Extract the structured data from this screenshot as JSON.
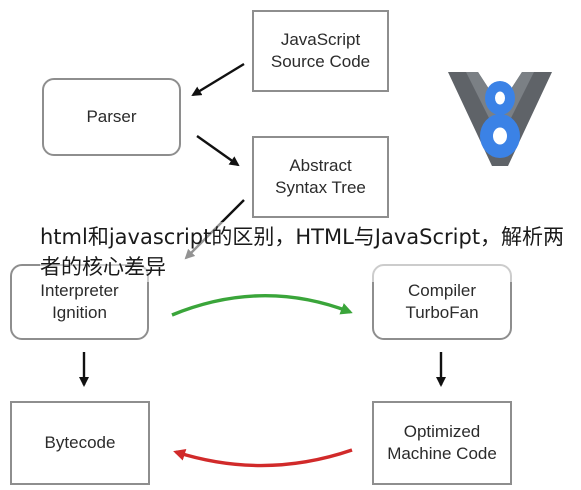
{
  "diagram": {
    "nodes": {
      "source": {
        "lines": [
          "JavaScript",
          "Source Code"
        ]
      },
      "parser": {
        "lines": [
          "Parser"
        ]
      },
      "ast": {
        "lines": [
          "Abstract",
          "Syntax Tree"
        ]
      },
      "interp": {
        "lines": [
          "Interpreter",
          "Ignition"
        ]
      },
      "compiler": {
        "lines": [
          "Compiler",
          "TurboFan"
        ]
      },
      "bytecode": {
        "lines": [
          "Bytecode"
        ]
      },
      "machine": {
        "lines": [
          "Optimized",
          "Machine Code"
        ]
      }
    },
    "colors": {
      "arrow": "#111111",
      "hot_arrow": "#3aa53a",
      "deopt_arrow": "#d12a2a",
      "logo_shield": "#5f6368",
      "logo_eight": "#3b82e6"
    }
  },
  "logo": {
    "icon": "v8-logo-icon"
  },
  "caption": "html和javascript的区别，HTML与JavaScript，解析两者的核心差异"
}
